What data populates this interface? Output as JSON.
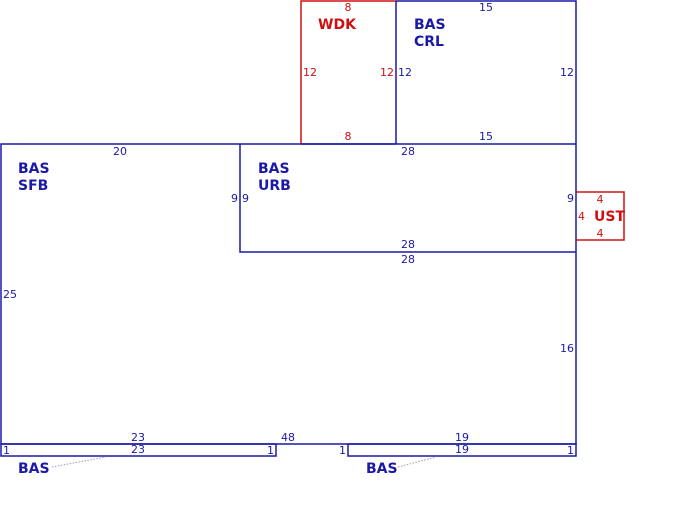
{
  "colors": {
    "structure": "#1a1aa6",
    "addition": "#d01010"
  },
  "areas": {
    "wdk": {
      "label": "WDK",
      "dims": {
        "top": "8",
        "left": "12",
        "right": "12",
        "bottom": "8"
      }
    },
    "crl": {
      "label_line1": "BAS",
      "label_line2": "CRL",
      "dims": {
        "top": "15",
        "left": "12",
        "right": "12",
        "bottom": "15"
      }
    },
    "sfb": {
      "label_line1": "BAS",
      "label_line2": "SFB",
      "dims": {
        "top": "20",
        "left": "25",
        "right": "9",
        "bottom_left": "23",
        "bottom_mid": "48",
        "bottom_right": "19",
        "right_lower": "16",
        "below_urb": "28"
      }
    },
    "urb": {
      "label_line1": "BAS",
      "label_line2": "URB",
      "dims": {
        "top": "28",
        "left": "9",
        "right": "9",
        "bottom": "28"
      }
    },
    "ust": {
      "label": "UST",
      "dims": {
        "top": "4",
        "left": "4",
        "bottom": "4"
      }
    },
    "bas_strip_left": {
      "label": "BAS",
      "dims": {
        "top": "23",
        "left": "1",
        "right": "1"
      }
    },
    "bas_strip_right": {
      "label": "BAS",
      "dims": {
        "top": "19",
        "left": "1",
        "right": "1"
      }
    }
  }
}
